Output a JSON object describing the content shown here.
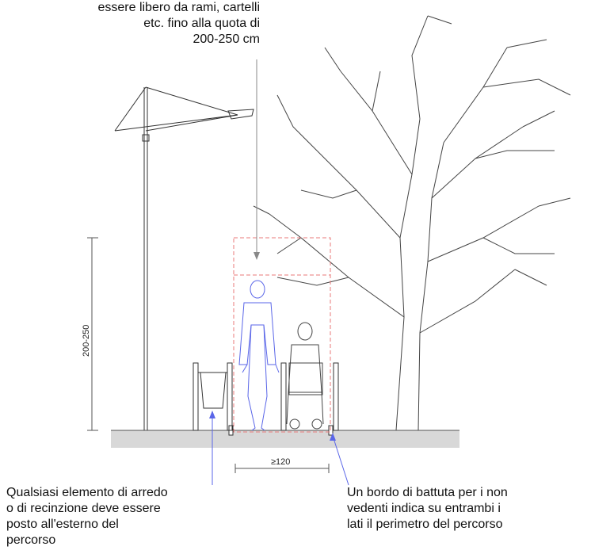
{
  "annotations": {
    "top_note": "essere libero da rami, cartelli\netc. fino alla quota di\n200-250 cm",
    "left_note": "Qualsiasi elemento di arredo\no di recinzione deve essere\nposto all'esterno del\npercorso",
    "right_note": "Un bordo di battuta per i non\nvedenti indica su entrambi i\nlati il perimetro del percorso"
  },
  "dimensions": {
    "height_label": "200-250",
    "width_label": "≥120"
  },
  "colors": {
    "line": "#333333",
    "figure": "#5a66e8",
    "clearance": "#e87a7a",
    "ground": "#d6d6d6"
  }
}
